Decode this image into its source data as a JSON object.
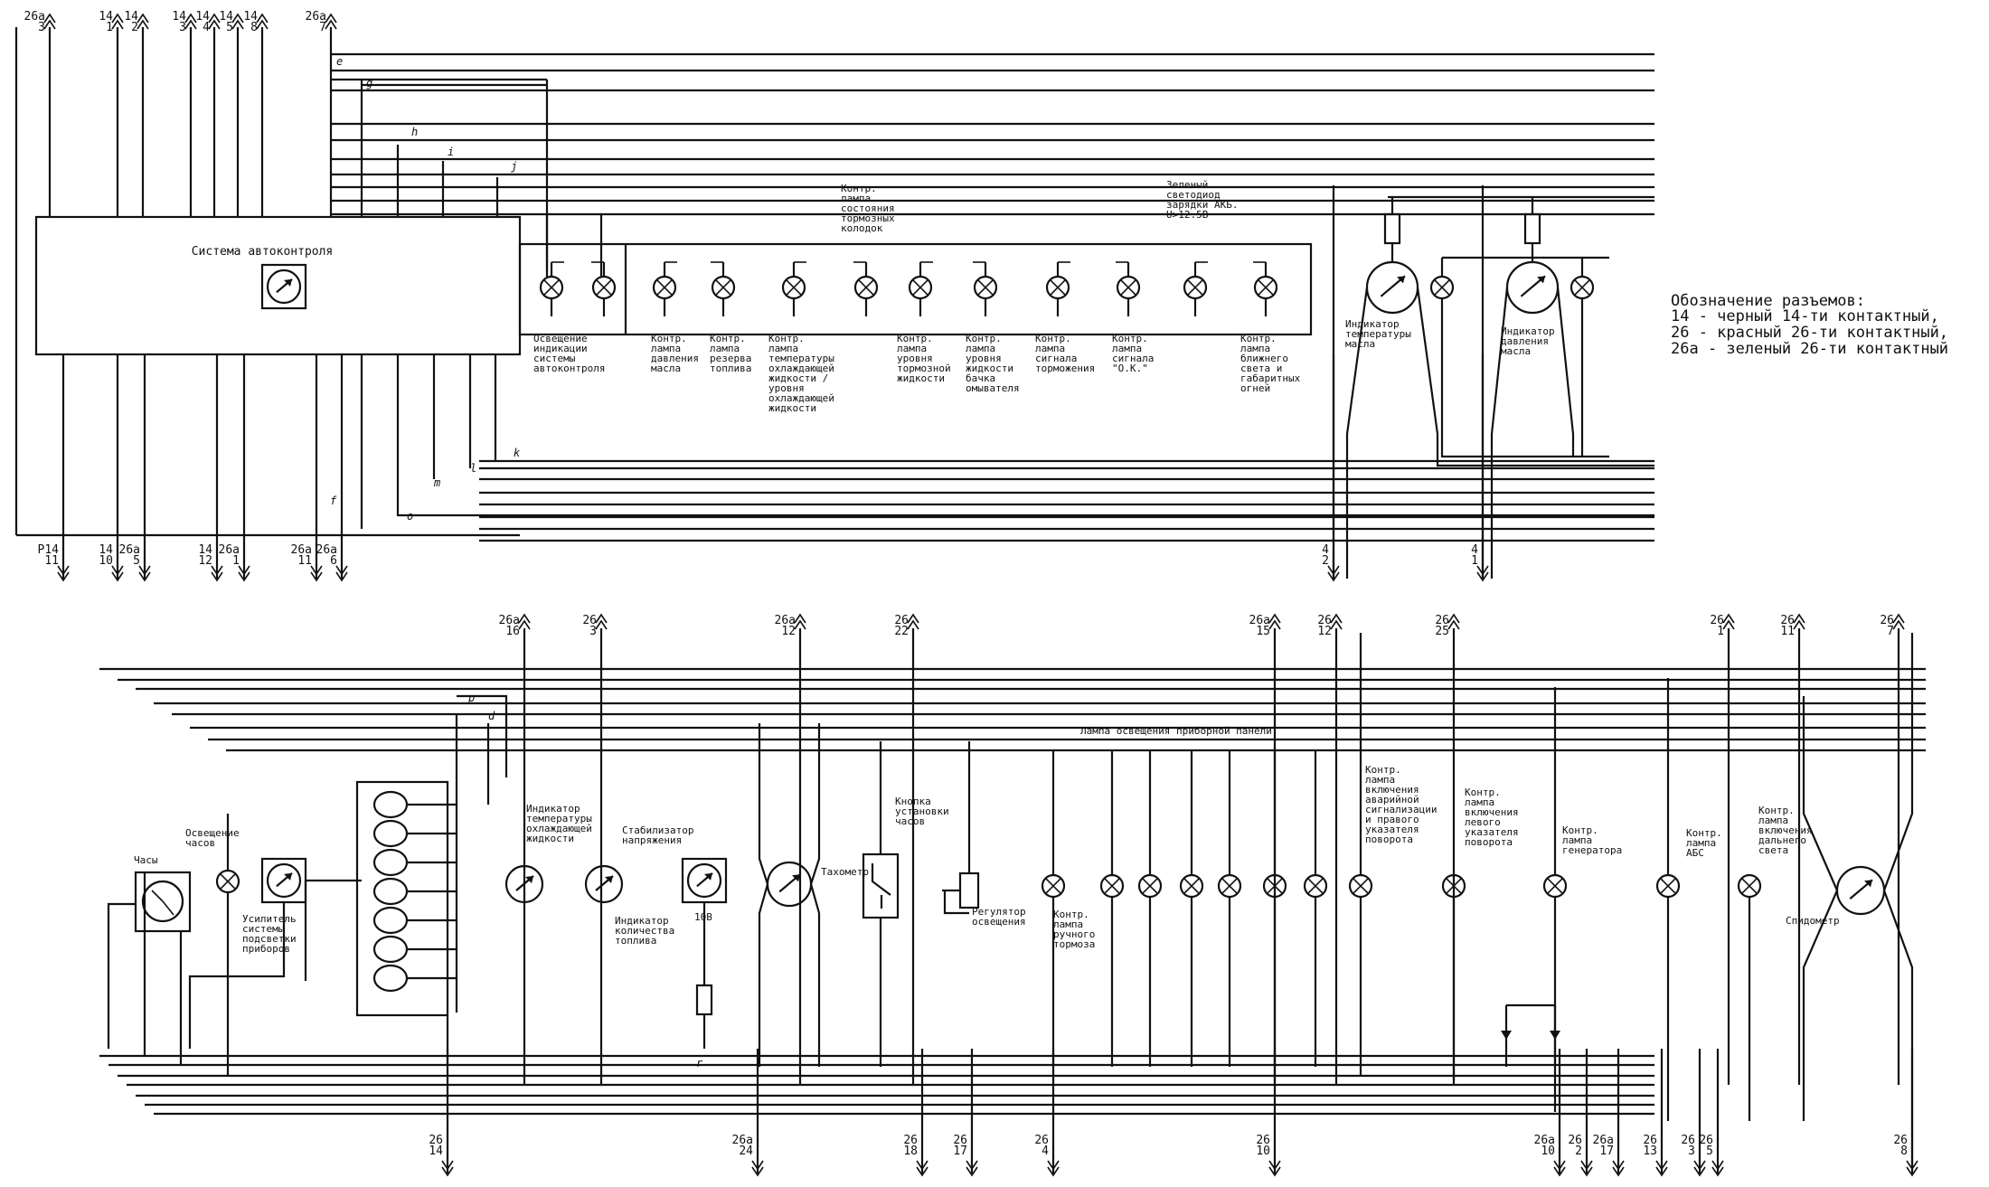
{
  "top_connectors": [
    {
      "id": "t1",
      "lines": [
        "26а",
        "3"
      ]
    },
    {
      "id": "t2",
      "lines": [
        "14",
        "1"
      ]
    },
    {
      "id": "t3",
      "lines": [
        "14",
        "2"
      ]
    },
    {
      "id": "t4",
      "lines": [
        "14",
        "3"
      ]
    },
    {
      "id": "t5",
      "lines": [
        "14",
        "4"
      ]
    },
    {
      "id": "t6",
      "lines": [
        "14",
        "5"
      ]
    },
    {
      "id": "t7",
      "lines": [
        "14",
        "8"
      ]
    },
    {
      "id": "t8",
      "lines": [
        "26а",
        "7"
      ]
    }
  ],
  "top_bottom_connectors": [
    {
      "id": "tb1",
      "lines": [
        "Р14",
        "11"
      ]
    },
    {
      "id": "tb2",
      "lines": [
        "14",
        "10"
      ]
    },
    {
      "id": "tb3",
      "lines": [
        "26а",
        "5"
      ]
    },
    {
      "id": "tb4",
      "lines": [
        "14",
        "12"
      ]
    },
    {
      "id": "tb5",
      "lines": [
        "26а",
        "1"
      ]
    },
    {
      "id": "tb6",
      "lines": [
        "26а",
        "11"
      ]
    },
    {
      "id": "tb7",
      "lines": [
        "26а",
        "6"
      ]
    },
    {
      "id": "tb8",
      "lines": [
        "4",
        "2"
      ]
    },
    {
      "id": "tb9",
      "lines": [
        "4",
        "1"
      ]
    }
  ],
  "bottom_top_connectors": [
    {
      "id": "bt1",
      "lines": [
        "26а",
        "16"
      ]
    },
    {
      "id": "bt2",
      "lines": [
        "26",
        "3"
      ]
    },
    {
      "id": "bt3",
      "lines": [
        "26а",
        "12"
      ]
    },
    {
      "id": "bt4",
      "lines": [
        "26",
        "22"
      ]
    },
    {
      "id": "bt5",
      "lines": [
        "26а",
        "15"
      ]
    },
    {
      "id": "bt6",
      "lines": [
        "26",
        "12"
      ]
    },
    {
      "id": "bt7",
      "lines": [
        "26",
        "25"
      ]
    },
    {
      "id": "bt8",
      "lines": [
        "26",
        "1"
      ]
    },
    {
      "id": "bt9",
      "lines": [
        "26",
        "11"
      ]
    },
    {
      "id": "bt10",
      "lines": [
        "26",
        "7"
      ]
    }
  ],
  "bottom_bottom_connectors": [
    {
      "id": "bb1",
      "lines": [
        "26",
        "14"
      ]
    },
    {
      "id": "bb2",
      "lines": [
        "26а",
        "24"
      ]
    },
    {
      "id": "bb3",
      "lines": [
        "26",
        "18"
      ]
    },
    {
      "id": "bb4",
      "lines": [
        "26",
        "17"
      ]
    },
    {
      "id": "bb5",
      "lines": [
        "26",
        "4"
      ]
    },
    {
      "id": "bb6",
      "lines": [
        "26",
        "10"
      ]
    },
    {
      "id": "bb7",
      "lines": [
        "26а",
        "10"
      ]
    },
    {
      "id": "bb8",
      "lines": [
        "26",
        "2"
      ]
    },
    {
      "id": "bb9",
      "lines": [
        "26а",
        "17"
      ]
    },
    {
      "id": "bb10",
      "lines": [
        "26",
        "13"
      ]
    },
    {
      "id": "bb11",
      "lines": [
        "26",
        "3"
      ]
    },
    {
      "id": "bb12",
      "lines": [
        "26",
        "5"
      ]
    },
    {
      "id": "bb13",
      "lines": [
        "26",
        "8"
      ]
    }
  ],
  "wire_letters": {
    "e": "e",
    "g": "g",
    "h": "h",
    "i": "i",
    "j": "j",
    "k": "k",
    "l": "l",
    "m": "m",
    "f": "f",
    "o": "o",
    "p": "р",
    "d": "d",
    "r": "r"
  },
  "system": {
    "title": "Система автоконтроля",
    "lamp_labels": [
      {
        "id": "l1",
        "lines": [
          "Освещение",
          "индикации",
          "системы",
          "автоконтроля"
        ]
      },
      {
        "id": "l2",
        "lines": [
          "Контр.",
          "лампа",
          "давления",
          "масла"
        ]
      },
      {
        "id": "l3",
        "lines": [
          "Контр.",
          "лампа",
          "резерва",
          "топлива"
        ]
      },
      {
        "id": "l4",
        "lines": [
          "Контр.",
          "лампа",
          "температуры",
          "охлаждающей",
          "жидкости /",
          "уровня",
          "охлаждающей",
          "жидкости"
        ]
      },
      {
        "id": "l5",
        "lines": [
          "Контр.",
          "лампа",
          "уровня",
          "тормозной",
          "жидкости"
        ]
      },
      {
        "id": "l6",
        "lines": [
          "Контр.",
          "лампа",
          "уровня",
          "жидкости",
          "бачка",
          "омывателя"
        ]
      },
      {
        "id": "l7",
        "lines": [
          "Контр.",
          "лампа",
          "сигнала",
          "торможения"
        ]
      },
      {
        "id": "l8",
        "lines": [
          "Контр.",
          "лампа",
          "сигнала",
          "\"О.К.\""
        ]
      },
      {
        "id": "l9",
        "lines": [
          "Контр.",
          "лампа",
          "ближнего",
          "света и",
          "габаритных",
          "огней"
        ]
      }
    ],
    "top_label_brake": [
      "Контр.",
      "лампа",
      "состояния",
      "тормозных",
      "колодок"
    ],
    "top_label_green": [
      "Зеленый",
      "светодиод",
      "зарядки АКБ.",
      "U>12.5В"
    ],
    "temp_gauge": [
      "Индикатор",
      "температуры",
      "масла"
    ],
    "oil_gauge": [
      "Индикатор",
      "давления",
      "масла"
    ]
  },
  "legend": {
    "title": "Обозначение разъемов:",
    "lines": [
      "14 - черный 14-ти контактный,",
      "26 - красный 26-ти контактный,",
      "26а - зеленый 26-ти контактный"
    ]
  },
  "panel": {
    "clock": "Часы",
    "clock_light": [
      "Освещение",
      "часов"
    ],
    "dimmer": [
      "Усилитель",
      "системы",
      "подсветки",
      "приборов"
    ],
    "coolant_temp": [
      "Индикатор",
      "температуры",
      "охлаждающей",
      "жидкости"
    ],
    "fuel": [
      "Индикатор",
      "количества",
      "топлива"
    ],
    "stabilizer": [
      "Стабилизатор",
      "напряжения"
    ],
    "stab_value": "10В",
    "tacho": "Тахометр",
    "clock_button": [
      "Кнопка",
      "установки",
      "часов"
    ],
    "light_reg": [
      "Регулятор",
      "освещения"
    ],
    "panel_lamps": "Лампа освещения приборной панели",
    "handbrake": [
      "Контр.",
      "лампа",
      "ручного",
      "тормоза"
    ],
    "hazard": [
      "Контр.",
      "лампа",
      "включения",
      "аварийной",
      "сигнализации",
      "и правого",
      "указателя",
      "поворота"
    ],
    "left_turn": [
      "Контр.",
      "лампа",
      "включения",
      "левого",
      "указателя",
      "поворота"
    ],
    "generator": [
      "Контр.",
      "лампа",
      "генератора"
    ],
    "abs": [
      "Контр.",
      "лампа",
      "АБС"
    ],
    "high_beam": [
      "Контр.",
      "лампа",
      "включения",
      "дальнего",
      "света"
    ],
    "speedo": "Спидометр"
  }
}
